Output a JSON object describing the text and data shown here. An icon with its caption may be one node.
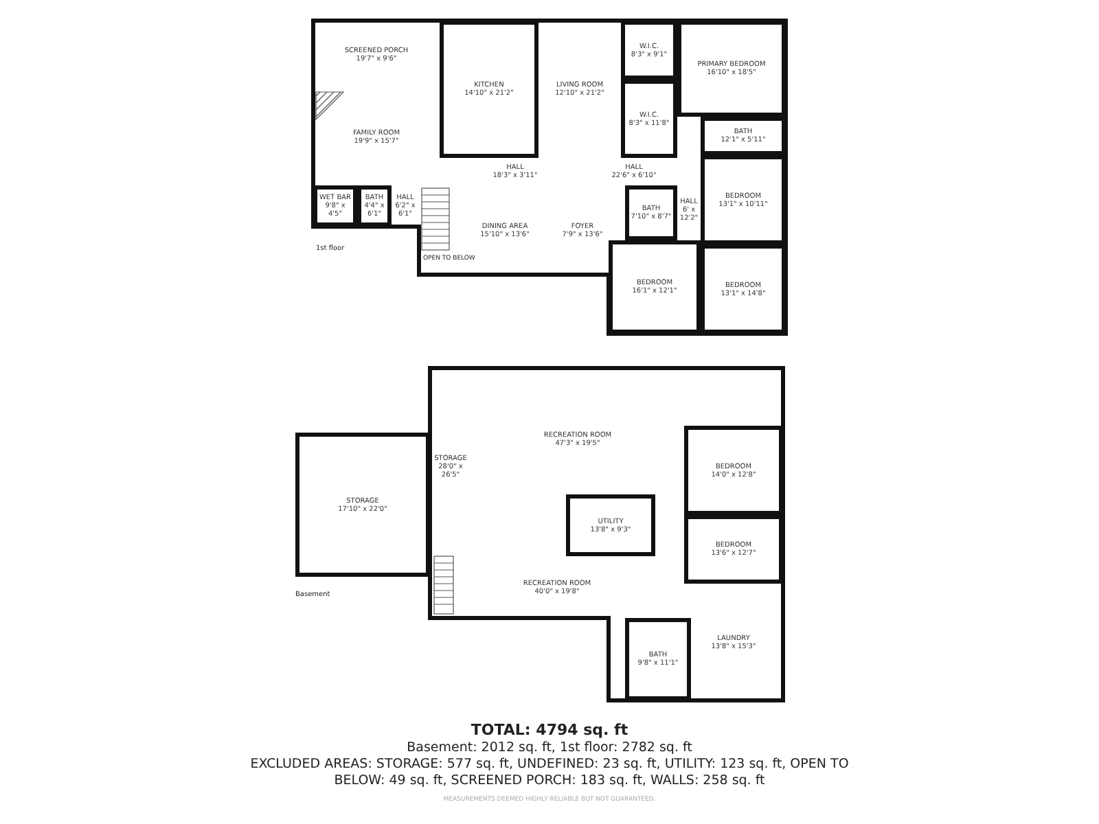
{
  "diagram": {
    "nodes": [
      {
        "text": [
          "SCREENED PORCH",
          "19'7\" x 9'6\""
        ]
      },
      {
        "text": [
          "KITCHEN",
          "14'10\" x 21'2\""
        ]
      },
      {
        "text": [
          "LIVING ROOM",
          "12'10\" x 21'2\""
        ]
      },
      {
        "text": [
          "W.I.C.",
          "8'3\" x 9'1\""
        ]
      },
      {
        "text": [
          "PRIMARY BEDROOM",
          "16'10\" x 18'5\""
        ]
      },
      {
        "text": [
          "W.I.C.",
          "8'3\" x 11'8\""
        ]
      },
      {
        "text": [
          "FAMILY ROOM",
          "19'9\" x 15'7\""
        ]
      },
      {
        "text": [
          "BATH",
          "12'1\" x 5'11\""
        ]
      },
      {
        "text": [
          "HALL",
          "18'3\" x 3'11\""
        ]
      },
      {
        "text": [
          "HALL",
          "22'6\" x 6'10\""
        ]
      },
      {
        "text": [
          "BEDROOM",
          "13'1\" x 10'11\""
        ]
      },
      {
        "text": [
          "WET BAR",
          "9'8\" x 4'5\""
        ]
      },
      {
        "text": [
          "BATH",
          "4'4\" x 6'1\""
        ]
      },
      {
        "text": [
          "HALL",
          "6'2\" x 6'1\""
        ]
      },
      {
        "text": [
          "DINING AREA",
          "15'10\" x 13'6\""
        ]
      },
      {
        "text": [
          "FOYER",
          "7'9\" x 13'6\""
        ]
      },
      {
        "text": [
          "BATH",
          "7'10\" x 8'7\""
        ]
      },
      {
        "text": [
          "HALL",
          "6' x 12'2\""
        ]
      },
      {
        "text": [
          "BEDROOM",
          "16'1\" x 12'1\""
        ]
      },
      {
        "text": [
          "BEDROOM",
          "13'1\" x 14'8\""
        ]
      },
      {
        "text": [
          "STORAGE",
          "28'0\" x 26'5\""
        ]
      },
      {
        "text": [
          "RECREATION ROOM",
          "47'3\" x 19'5\""
        ]
      },
      {
        "text": [
          "BEDROOM",
          "14'0\" x 12'8\""
        ]
      },
      {
        "text": [
          "STORAGE",
          "17'10\" x 22'0\""
        ]
      },
      {
        "text": [
          "UTILITY",
          "13'8\" x 9'3\""
        ]
      },
      {
        "text": [
          "BEDROOM",
          "13'6\" x 12'7\""
        ]
      },
      {
        "text": [
          "RECREATION ROOM",
          "40'0\" x 19'8\""
        ]
      },
      {
        "text": [
          "LAUNDRY",
          "13'8\" x 15'3\""
        ]
      },
      {
        "text": [
          "BATH",
          "9'8\" x 11'1\""
        ]
      }
    ],
    "labels": [
      "1st floor",
      "OPEN TO BELOW",
      "Basement",
      "TOTAL: 4794 sq. ft",
      "Basement: 2012 sq. ft, 1st floor: 2782 sq. ft",
      "EXCLUDED AREAS: STORAGE: 577 sq. ft, UNDEFINED: 23 sq. ft, UTILITY: 123 sq. ft, OPEN TO BELOW: 49 sq. ft, SCREENED PORCH: 183 sq. ft, WALLS: 258 sq. ft",
      "MEASUREMENTS DEEMED HIGHLY RELIABLE BUT NOT GUARANTEED."
    ]
  }
}
